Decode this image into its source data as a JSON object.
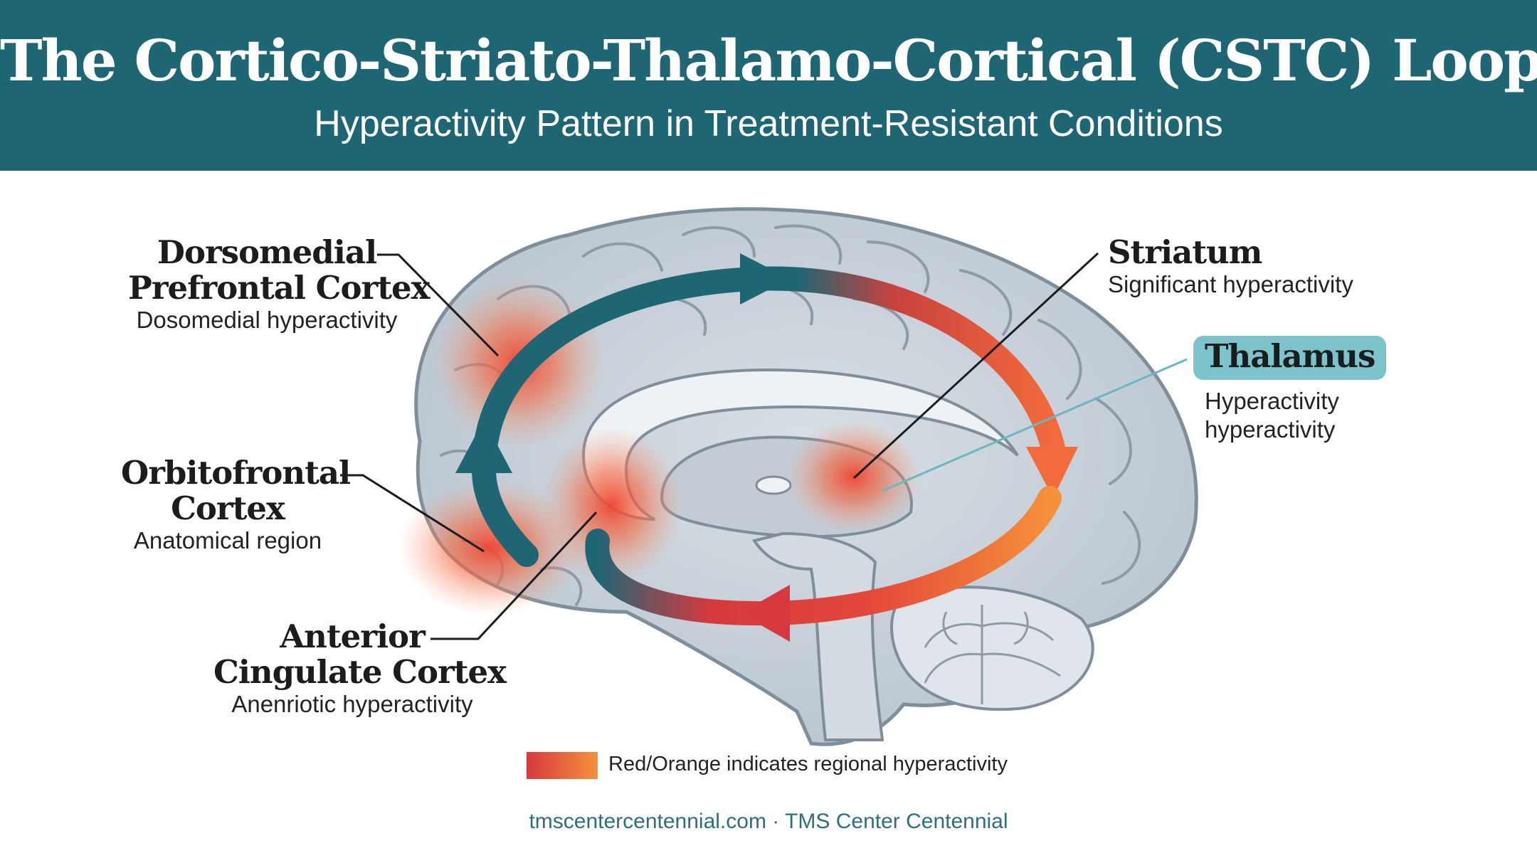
{
  "header": {
    "title": "The Cortico-Striato-Thalamo-Cortical (CSTC) Loop",
    "subtitle": "Hyperactivity Pattern in Treatment-Resistant Conditions"
  },
  "labels": {
    "dmpfc": {
      "name_line1": "Dorsomedial",
      "name_line2": "Prefrontal Cortex",
      "desc": "Dosomedial hyperactivity"
    },
    "ofc": {
      "name_line1": "Orbitofrontal",
      "name_line2": "Cortex",
      "desc": "Anatomical region"
    },
    "acc": {
      "name_line1": "Anterior",
      "name_line2": "Cingulate Cortex",
      "desc": "Anenriotic hyperactivity"
    },
    "striatum": {
      "name": "Striatum",
      "desc": "Significant hyperactivity"
    },
    "thalamus": {
      "name": "Thalamus",
      "desc_line1": "Hyperactivity",
      "desc_line2": "hyperactivity"
    }
  },
  "legend": {
    "text": "Red/Orange indicates regional hyperactivity"
  },
  "footer": {
    "text": "tmscentercentennial.com · TMS Center Centennial"
  },
  "colors": {
    "header_bg": "#1f6674",
    "loop_teal": "#1f6674",
    "loop_red": "#d6393e",
    "loop_orange": "#f5913a",
    "thalamus_badge": "#7cc3cc",
    "brain_gray": "#c9d2da"
  }
}
